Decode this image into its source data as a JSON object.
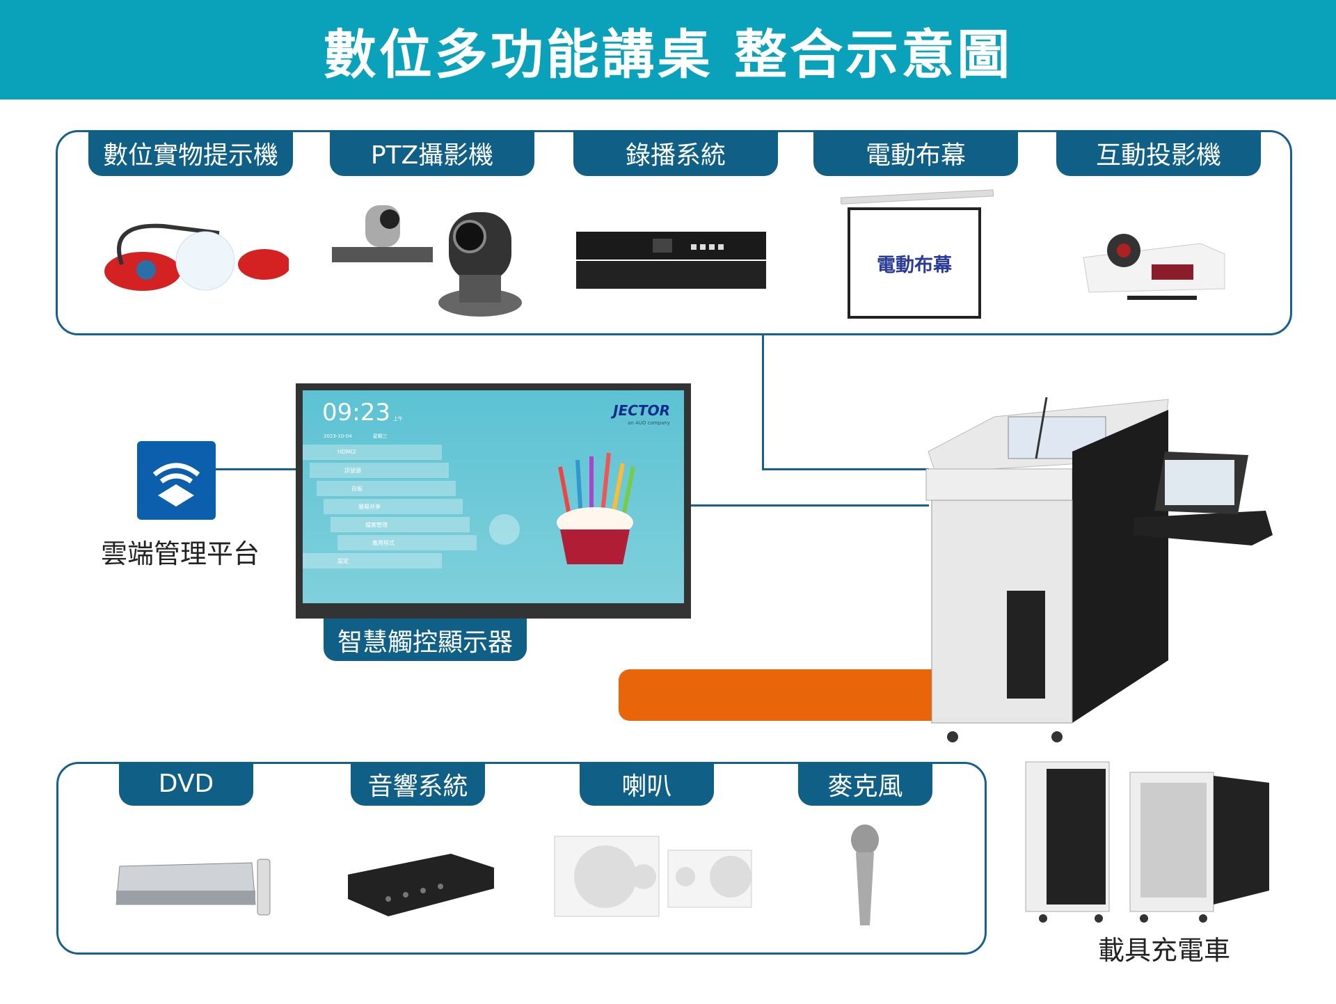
{
  "header": {
    "title": "數位多功能講桌 整合示意圖",
    "color": "#0aa1bb"
  },
  "top_group": {
    "items": [
      {
        "label": "數位實物提示機",
        "icon": "document-camera"
      },
      {
        "label": "PTZ攝影機",
        "icon": "ptz-camera"
      },
      {
        "label": "錄播系統",
        "icon": "recording-system"
      },
      {
        "label": "電動布幕",
        "icon": "projection-screen",
        "screen_text": "電動布幕"
      },
      {
        "label": "互動投影機",
        "icon": "projector"
      }
    ]
  },
  "cloud": {
    "label": "雲端管理平台",
    "icon": "wifi-cloud"
  },
  "display": {
    "label": "智慧觸控顯示器",
    "clock": "09:23",
    "ampm": "上午",
    "date": "2023-10-04",
    "weekday": "星期三",
    "brand": "JECTOR",
    "brand_sub": "an AUO company",
    "menu": [
      "HDMI2",
      "訊號源",
      "白板",
      "螢幕共享",
      "檔案管理",
      "應用程式",
      "設定"
    ]
  },
  "podium": {
    "icon": "smart-podium",
    "accent": "#e8650a"
  },
  "bottom_group": {
    "items": [
      {
        "label": "DVD",
        "icon": "dvd-player"
      },
      {
        "label": "音響系統",
        "icon": "amplifier"
      },
      {
        "label": "喇叭",
        "icon": "speakers"
      },
      {
        "label": "麥克風",
        "icon": "microphone"
      }
    ]
  },
  "cart": {
    "label": "載具充電車",
    "icon": "charging-cart"
  },
  "colors": {
    "frame": "#15608c",
    "tab": "#0f5f86",
    "orange": "#e8650a"
  }
}
